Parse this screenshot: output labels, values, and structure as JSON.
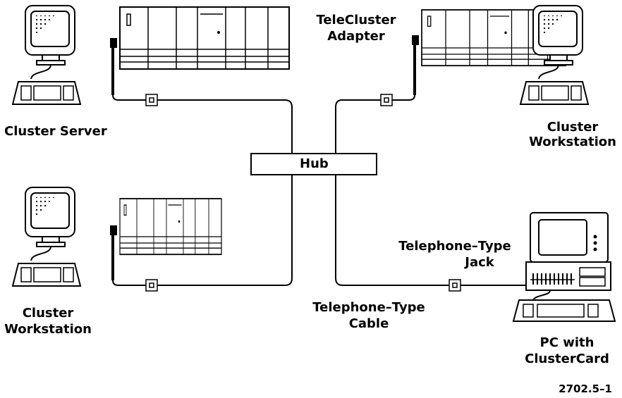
{
  "hub": {
    "label": "Hub"
  },
  "labels": {
    "cluster_server": "Cluster Server",
    "teleclUSTER_line1": "TeleCluster",
    "teleclUSTER_line2": "Adapter",
    "cluster_ws_right_line1": "Cluster",
    "cluster_ws_right_line2": "Workstation",
    "cluster_ws_left_line1": "Cluster",
    "cluster_ws_left_line2": "Workstation",
    "jack_line1": "Telephone–Type",
    "jack_line2": "Jack",
    "cable_line1": "Telephone–Type",
    "cable_line2": "Cable",
    "pc_line1": "PC with",
    "pc_line2": "ClusterCard",
    "figure_number": "2702.5–1"
  },
  "icons": [
    "workstation-icon",
    "adapter-rack-icon",
    "wall-jack-icon",
    "hub-icon",
    "pc-icon"
  ],
  "colors": {
    "ink": "#000000",
    "paper": "#ffffff"
  }
}
